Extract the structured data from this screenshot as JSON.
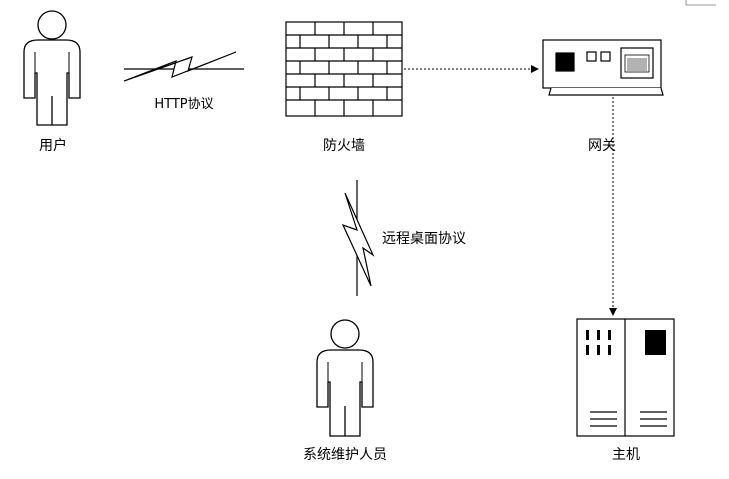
{
  "nodes": {
    "user": {
      "label": "用户"
    },
    "firewall": {
      "label": "防火墙"
    },
    "gateway": {
      "label": "网关"
    },
    "maintainer": {
      "label": "系统维护人员"
    },
    "host": {
      "label": "主机"
    }
  },
  "links": {
    "http": {
      "label": "HTTP协议"
    },
    "rdp": {
      "label": "远程桌面协议"
    }
  }
}
